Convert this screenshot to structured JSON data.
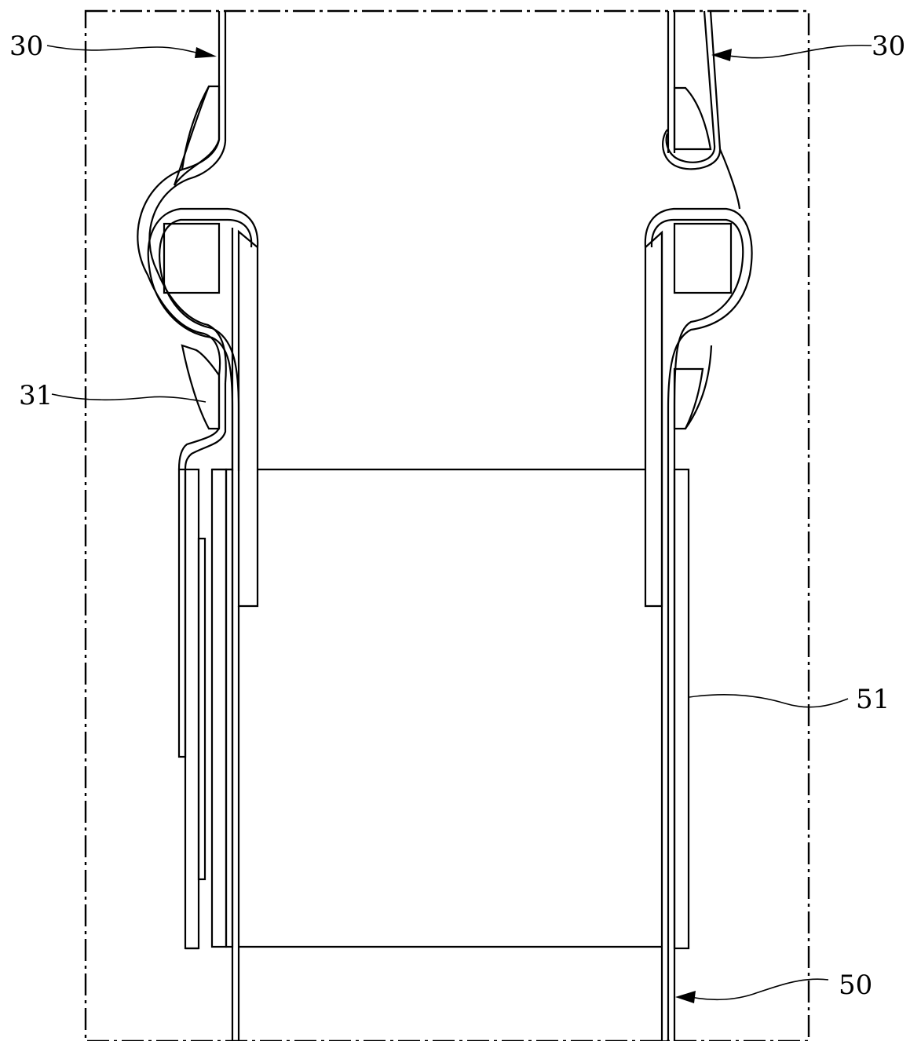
{
  "figure": {
    "reference_labels": {
      "top_left": "30",
      "top_right": "30",
      "middle_left": "31",
      "middle_right": "51",
      "bottom_right": "50"
    }
  }
}
